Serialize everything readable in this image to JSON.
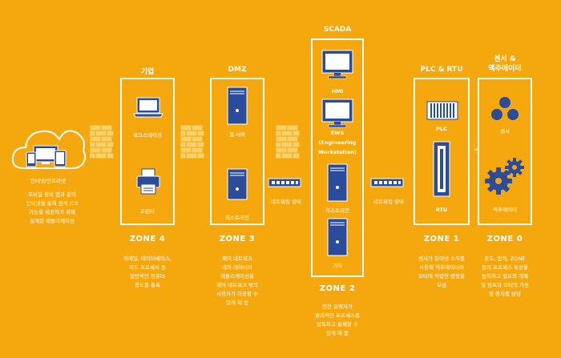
{
  "headers": {
    "enterprise": "기업",
    "dmz": "DMZ",
    "scada": "SCADA",
    "plc_rtu": "PLC & RTU",
    "sensor_actuator": "센서 &\n액추에이터"
  },
  "cloud": {
    "label": "인터넷/인트라넷",
    "description": "모바일 장비 앱과 같이\n인터넷을 통해 원격 ICS\n기능을 제공하기 위해\n설계된 애플리케이션"
  },
  "zone4": {
    "workstation": "워크스테이션",
    "printer": "프린터",
    "title": "ZONE 4",
    "description": "이메일, 데이터베이스,\n외드 프로세서 등\n일반적인 컴퓨터\n용도를 총족"
  },
  "zone3": {
    "web_server": "웹 서버",
    "historian": "히스토리안",
    "title": "ZONE 3",
    "description": "제어 네트워크\n내의 데이터와\n애플리케이션을\n제어 네트워크 밖의\n사용자가 이용할 수\n있게 해 줌"
  },
  "network1": {
    "label": "네트워킹 장비"
  },
  "zone2": {
    "hmi": "HMI",
    "ews": "EWS\n(Engineering\nWorkstation)",
    "historian": "히스토리안",
    "other": "기타",
    "title": "ZONE 2",
    "description": "인간 운영자가\n물리적인 프로세스를\n감독하고 통제할 수\n있게 해 줌"
  },
  "network2": {
    "label": "네트워킹 장비"
  },
  "zone1": {
    "plc": "PLC",
    "rtu": "RTU",
    "title": "ZONE 1",
    "description": "센서가 읽어낸 수치를\n사용해 액추에이터와\n모터에 적합한 명령을\n보냄"
  },
  "zone0": {
    "sensor": "센서",
    "actuator": "액추에이터",
    "title": "ZONE 0",
    "description": "온도, 압력, ZONE\n등의 프로세스 특성을\n탐지하고 밸브의 개폐\n및 펌프와 모터의 가동\n및 중지를 담당"
  },
  "colors": {
    "background": "#F5A80E",
    "device": "#2B4B9B",
    "outline": "#FFFFFF"
  }
}
